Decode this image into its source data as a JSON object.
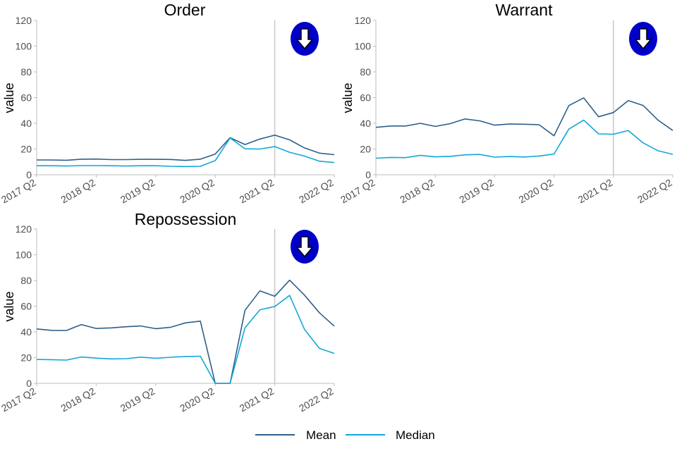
{
  "chart_data": [
    {
      "type": "line",
      "title": "Order",
      "ylabel": "value",
      "ylim": [
        0,
        120
      ],
      "yticks": [
        "0",
        "20",
        "40",
        "60",
        "80",
        "100",
        "120"
      ],
      "xticks": [
        "2017 Q2",
        "2018 Q2",
        "2019 Q2",
        "2020 Q2",
        "2021 Q2",
        "2022 Q2"
      ],
      "x": [
        "2017 Q2",
        "2017 Q3",
        "2017 Q4",
        "2018 Q1",
        "2018 Q2",
        "2018 Q3",
        "2018 Q4",
        "2019 Q1",
        "2019 Q2",
        "2019 Q3",
        "2019 Q4",
        "2020 Q1",
        "2020 Q2",
        "2020 Q3",
        "2020 Q4",
        "2021 Q1",
        "2021 Q2",
        "2021 Q3",
        "2021 Q4",
        "2022 Q1",
        "2022 Q2"
      ],
      "reference_line": "2021 Q2",
      "trend_icon": "down-arrow-icon",
      "series": [
        {
          "name": "Mean",
          "color": "#2e5f8a",
          "values": [
            11.5,
            11.5,
            11.3,
            12.1,
            12.2,
            11.8,
            11.8,
            12.0,
            12.0,
            11.9,
            11.2,
            12.1,
            16.1,
            28.9,
            23.5,
            27.8,
            30.8,
            27.1,
            20.9,
            16.8,
            15.6
          ]
        },
        {
          "name": "Median",
          "color": "#12a7d8",
          "values": [
            7.0,
            7.0,
            6.8,
            7.1,
            7.1,
            7.0,
            6.8,
            7.0,
            7.0,
            6.6,
            6.4,
            6.6,
            11.0,
            28.6,
            20.2,
            20.0,
            21.9,
            17.5,
            14.5,
            10.6,
            9.5
          ]
        }
      ]
    },
    {
      "type": "line",
      "title": "Warrant",
      "ylabel": "value",
      "ylim": [
        0,
        120
      ],
      "yticks": [
        "0",
        "20",
        "40",
        "60",
        "80",
        "100",
        "120"
      ],
      "xticks": [
        "2017 Q2",
        "2018 Q2",
        "2019 Q2",
        "2020 Q2",
        "2021 Q2",
        "2022 Q2"
      ],
      "x": [
        "2017 Q2",
        "2017 Q3",
        "2017 Q4",
        "2018 Q1",
        "2018 Q2",
        "2018 Q3",
        "2018 Q4",
        "2019 Q1",
        "2019 Q2",
        "2019 Q3",
        "2019 Q4",
        "2020 Q1",
        "2020 Q2",
        "2020 Q3",
        "2020 Q4",
        "2021 Q1",
        "2021 Q2",
        "2021 Q3",
        "2021 Q4",
        "2022 Q1",
        "2022 Q2"
      ],
      "reference_line": "2021 Q2",
      "trend_icon": "down-arrow-icon",
      "series": [
        {
          "name": "Mean",
          "color": "#2e5f8a",
          "values": [
            36.9,
            37.9,
            37.9,
            40.0,
            37.6,
            39.7,
            43.4,
            41.9,
            38.6,
            39.5,
            39.3,
            38.9,
            30.3,
            53.8,
            59.8,
            45.1,
            48.4,
            57.7,
            53.9,
            42.5,
            34.4
          ]
        },
        {
          "name": "Median",
          "color": "#12a7d8",
          "values": [
            12.9,
            13.5,
            13.3,
            15.1,
            13.9,
            14.3,
            15.5,
            15.8,
            13.7,
            14.2,
            13.8,
            14.6,
            16.1,
            35.5,
            42.5,
            31.8,
            31.5,
            34.4,
            24.8,
            18.7,
            15.9
          ]
        }
      ]
    },
    {
      "type": "line",
      "title": "Repossession",
      "ylabel": "value",
      "ylim": [
        0,
        120
      ],
      "yticks": [
        "0",
        "20",
        "40",
        "60",
        "80",
        "100",
        "120"
      ],
      "xticks": [
        "2017 Q2",
        "2018 Q2",
        "2019 Q2",
        "2020 Q2",
        "2021 Q2",
        "2022 Q2"
      ],
      "x": [
        "2017 Q2",
        "2017 Q3",
        "2017 Q4",
        "2018 Q1",
        "2018 Q2",
        "2018 Q3",
        "2018 Q4",
        "2019 Q1",
        "2019 Q2",
        "2019 Q3",
        "2019 Q4",
        "2020 Q1",
        "2020 Q2",
        "2020 Q3",
        "2020 Q4",
        "2021 Q1",
        "2021 Q2",
        "2021 Q3",
        "2021 Q4",
        "2022 Q1",
        "2022 Q2"
      ],
      "reference_line": "2021 Q2",
      "trend_icon": "down-arrow-icon",
      "series": [
        {
          "name": "Mean",
          "color": "#2e5f8a",
          "values": [
            42.3,
            41.2,
            41.1,
            45.7,
            42.7,
            43.1,
            44.0,
            44.6,
            42.5,
            43.6,
            47.0,
            48.4,
            0.0,
            0.0,
            56.8,
            71.9,
            67.7,
            80.2,
            68.6,
            54.9,
            44.5
          ]
        },
        {
          "name": "Median",
          "color": "#12a7d8",
          "values": [
            18.6,
            18.4,
            18.1,
            20.5,
            19.6,
            19.0,
            19.2,
            20.4,
            19.5,
            20.3,
            20.9,
            21.1,
            0.0,
            0.0,
            43.2,
            57.2,
            59.7,
            68.4,
            42.0,
            27.2,
            23.3
          ]
        }
      ]
    }
  ],
  "legend": {
    "position": "bottom",
    "items": [
      {
        "label": "Mean",
        "color": "#2e5f8a"
      },
      {
        "label": "Median",
        "color": "#12a7d8"
      }
    ]
  },
  "colors": {
    "icon_fill": "#0000c8",
    "icon_arrow": "#ffffff",
    "reference_line": "#c8c8c8",
    "axis": "#bdbdbd"
  }
}
